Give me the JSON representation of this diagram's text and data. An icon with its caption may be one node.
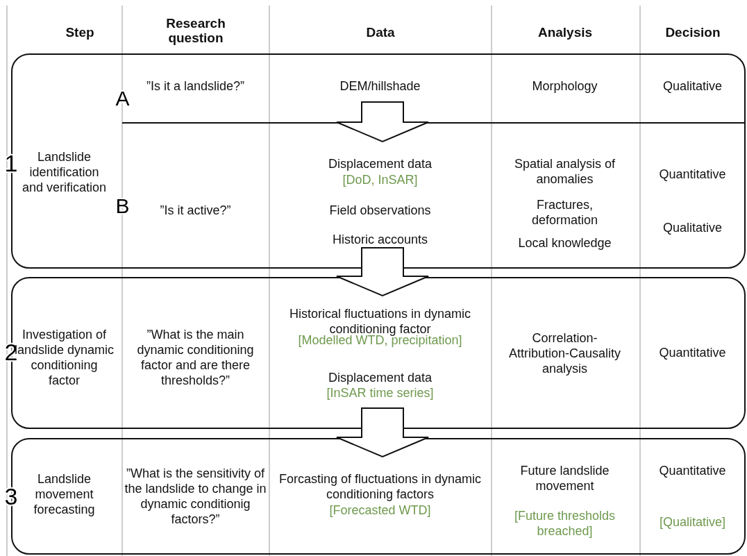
{
  "diagram": {
    "nodes": [
      {
        "text": [
          "1",
          "Landslide identification and verification"
        ]
      },
      {
        "text": [
          "A",
          "”Is it a landslide?”",
          "DEM/hillshade",
          "Morphology",
          "Qualitative"
        ],
        "in": 0
      },
      {
        "text": [
          "B",
          "”Is it active?”",
          "Displacement data",
          "[DoD, InSAR]",
          "Field observations",
          "Historic accounts",
          "Spatial analysis of anomalies",
          "Fractures, deformation",
          "Local knowledge",
          "Quantitative",
          "Qualitative"
        ],
        "in": 0
      },
      {
        "text": [
          "2",
          "Investigation of landslide dynamic conditioning factor",
          "”What is the main dynamic conditioning factor and are there thresholds?”",
          "Historical fluctuations in dynamic conditioning factor",
          "[Modelled WTD, precipitation]",
          "Displacement data",
          "[InSAR time series]",
          "Correlation-Attribution-Causality analysis",
          "Quantitative"
        ]
      },
      {
        "text": [
          "3",
          "Landslide movement forecasting",
          "”What is the sensitivity of the landslide to change in dynamic conditionig factors?”",
          "Forcasting of fluctuations in dynamic conditioning factors",
          "[Forecasted WTD]",
          "Future landslide movement",
          "[Future thresholds breached]",
          "Quantitative",
          "[Qualitative]"
        ]
      }
    ],
    "edges": [
      {
        "from": 1,
        "to": 2,
        "arrow": "to"
      },
      {
        "from": 0,
        "to": 3,
        "arrow": "to"
      },
      {
        "from": 3,
        "to": 4,
        "arrow": "to"
      }
    ],
    "labels": [
      "Step",
      "Research question",
      "Data",
      "Analysis",
      "Decision"
    ]
  }
}
